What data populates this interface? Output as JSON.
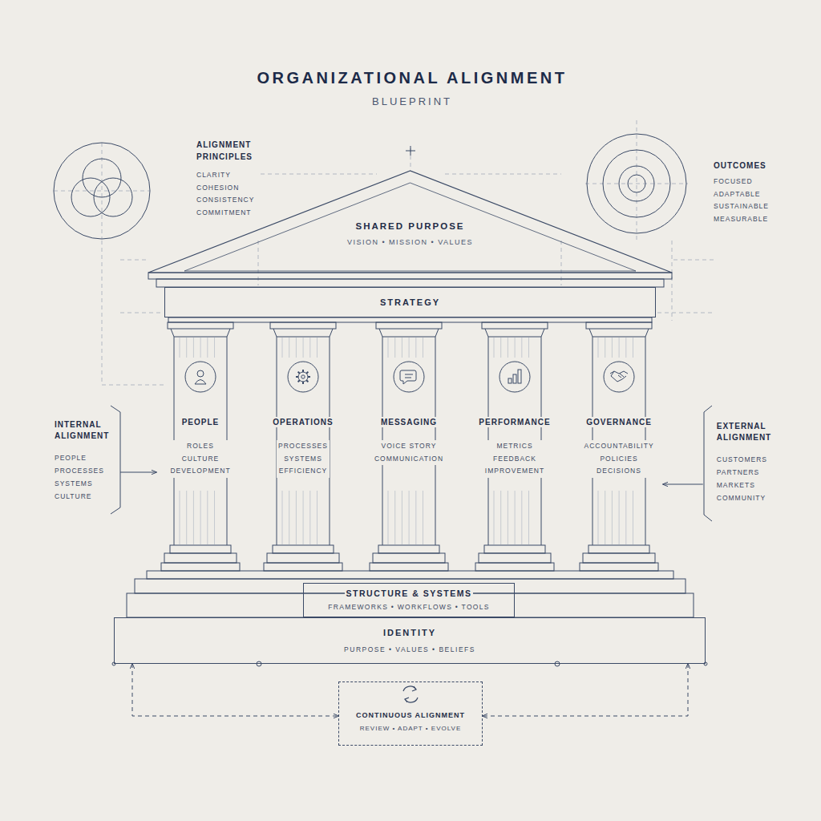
{
  "diagram": {
    "title": "ORGANIZATIONAL ALIGNMENT",
    "nodes": [
      {
        "text": [
          "SHARED PURPOSE",
          "VISION • MISSION • VALUES"
        ]
      },
      {
        "text": [
          "STRATEGY"
        ]
      },
      {
        "text": [
          "PEOPLE",
          "ROLES CULTURE DEVELOPMENT"
        ]
      },
      {
        "text": [
          "OPERATIONS",
          "PROCESSES SYSTEMS EFFICIENCY"
        ]
      },
      {
        "text": [
          "MESSAGING",
          "VOICE STORY COMMUNICATION"
        ]
      },
      {
        "text": [
          "PERFORMANCE",
          "METRICS FEEDBACK IMPROVEMENT"
        ]
      },
      {
        "text": [
          "GOVERNANCE",
          "ACCOUNTABILITY POLICIES DECISIONS"
        ]
      },
      {
        "text": [
          "STRUCTURE & SYSTEMS",
          "FRAMEWORKS • WORKFLOWS • TOOLS"
        ]
      },
      {
        "text": [
          "IDENTITY",
          "PURPOSE • VALUES • BELIEFS"
        ]
      },
      {
        "text": [
          "CONTINUOUS ALIGNMENT",
          "REVIEW • ADAPT • EVOLVE"
        ]
      },
      {
        "text": [
          "INTERNAL ALIGNMENT",
          "PEOPLE PROCESSES SYSTEMS CULTURE"
        ]
      },
      {
        "text": [
          "EXTERNAL ALIGNMENT",
          "CUSTOMERS PARTNERS MARKETS COMMUNITY"
        ]
      }
    ],
    "edges": [
      {
        "from": 10,
        "to": 2,
        "arrow": "to"
      },
      {
        "from": 11,
        "to": 6,
        "arrow": "to"
      },
      {
        "from": 8,
        "to": 9,
        "arrow": "both"
      },
      {
        "from": 8,
        "to": 9,
        "arrow": "both"
      }
    ],
    "labels": [
      "BLUEPRINT",
      "ALIGNMENT PRINCIPLES",
      "CLARITY COHESION CONSISTENCY COMMITMENT",
      "OUTCOMES",
      "FOCUSED ADAPTABLE SUSTAINABLE MEASURABLE"
    ]
  }
}
